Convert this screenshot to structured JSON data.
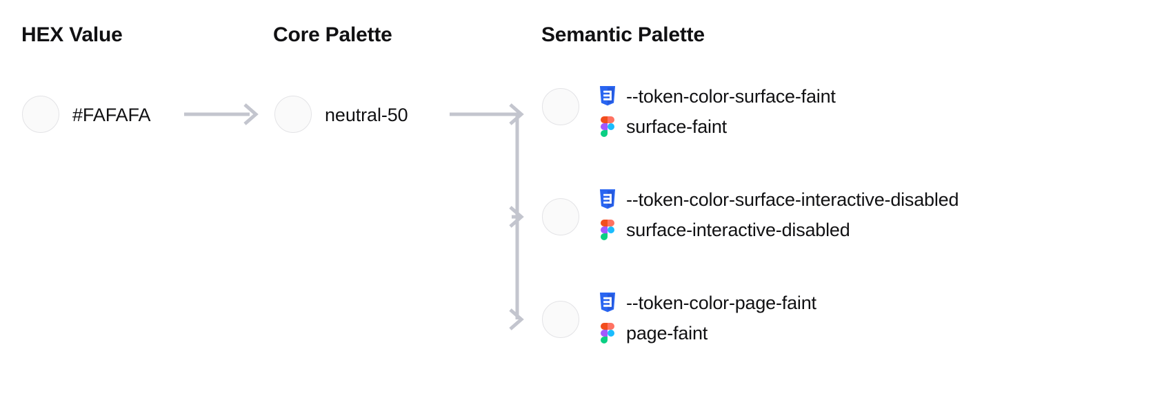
{
  "columns": {
    "hex_header": "HEX Value",
    "core_header": "Core Palette",
    "semantic_header": "Semantic Palette"
  },
  "colors": {
    "swatch_fill": "#FAFAFA",
    "swatch_border": "#E3E3E6",
    "connector": "#C3C5CE",
    "css_icon_blue": "#2965F1",
    "figma_orange": "#F24E1E",
    "figma_salmon": "#FF7262",
    "figma_purple": "#A259FF",
    "figma_blue": "#1ABCFE",
    "figma_green": "#0ACF83",
    "text": "#111113"
  },
  "hex": {
    "value": "#FAFAFA",
    "swatch_color": "#FAFAFA"
  },
  "core": {
    "value": "neutral-50",
    "swatch_color": "#FAFAFA"
  },
  "semantic": {
    "rows": [
      {
        "swatch_color": "#FAFAFA",
        "css_token": "--token-color-surface-faint",
        "figma_token": "surface-faint",
        "css_icon": "css3-icon",
        "figma_icon": "figma-icon"
      },
      {
        "swatch_color": "#FAFAFA",
        "css_token": "--token-color-surface-interactive-disabled",
        "figma_token": "surface-interactive-disabled",
        "css_icon": "css3-icon",
        "figma_icon": "figma-icon"
      },
      {
        "swatch_color": "#FAFAFA",
        "css_token": "--token-color-page-faint",
        "figma_token": "page-faint",
        "css_icon": "css3-icon",
        "figma_icon": "figma-icon"
      }
    ]
  }
}
